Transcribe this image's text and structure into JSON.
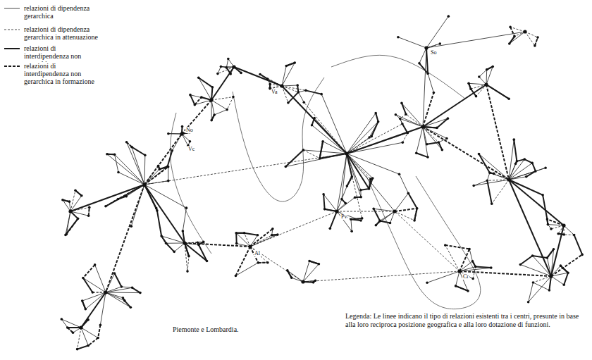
{
  "diagram": {
    "caption": "Piemonte e Lombardia.",
    "labels": [
      "So",
      "Va",
      "No",
      "Vc",
      "Pv",
      "Cr",
      "Al",
      "Legenda: Le linee indicano il tipo di relazioni esistenti tra i centri, presunte in base alla loro reciproca posizione geografica e alla loro dotazione di funzioni."
    ],
    "legend": [
      {
        "text": "relazioni di dipendenza gerarchica"
      },
      {
        "text": "relazioni di dipendenza gerarchica in attenuazione"
      },
      {
        "text": "relazioni di interdipendenza non gerarchica"
      },
      {
        "text": "relazioni di interdipendenza non gerarchica in formazione"
      }
    ]
  }
}
